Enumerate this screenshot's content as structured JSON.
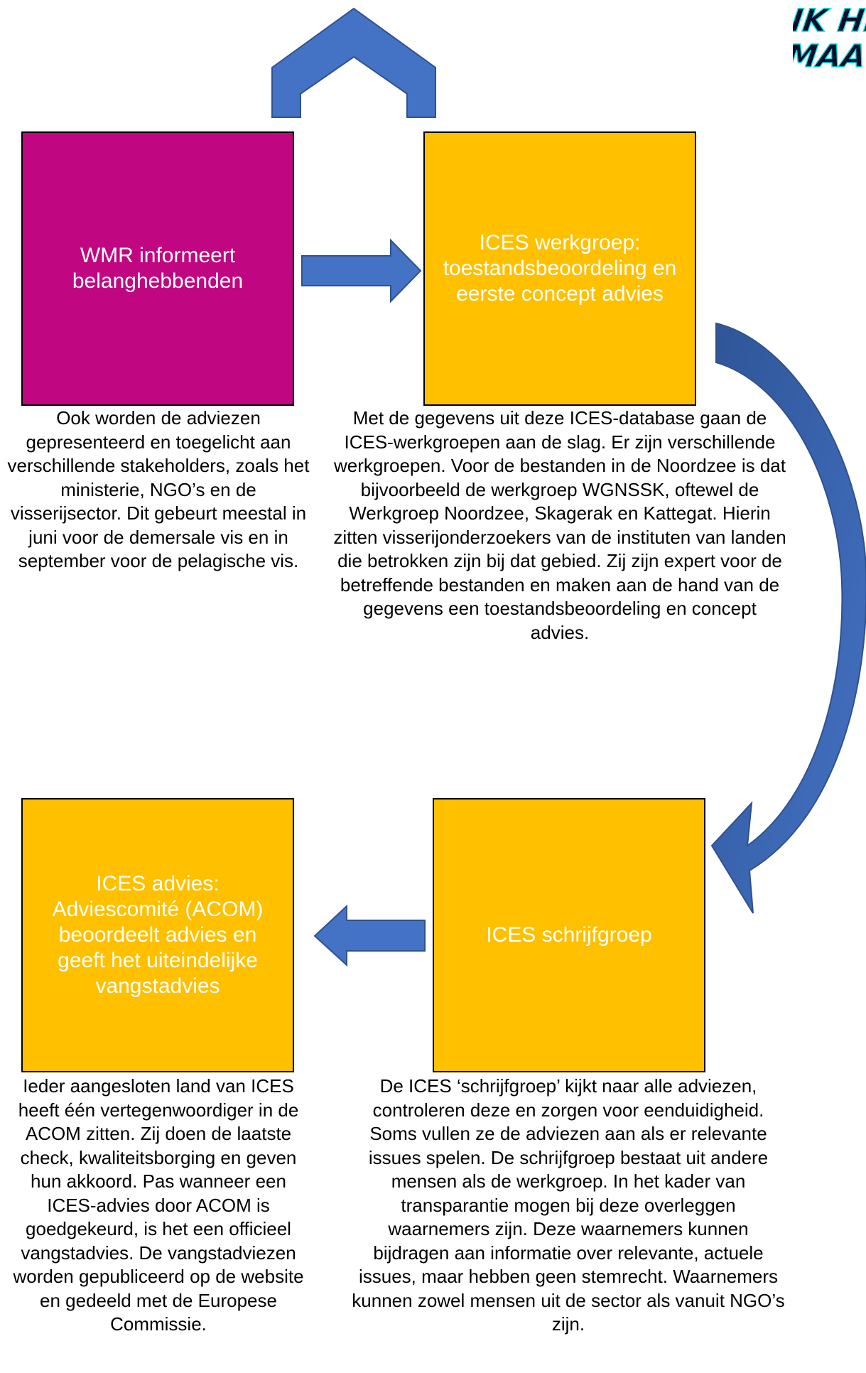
{
  "colors": {
    "magenta": "#C00680",
    "amber": "#FFC000",
    "arrow": "#4472C4",
    "curve_arrow_dark": "#2F5597"
  },
  "boxes": {
    "wmr": {
      "label": "WMR informeert belanghebbenden"
    },
    "werkgroep": {
      "label": "ICES werkgroep: toestandsbeoordeling en eerste concept advies"
    },
    "advies": {
      "label": "ICES advies: Adviescomité (ACOM) beoordeelt advies en geeft het uiteindelijke vangstadvies"
    },
    "schrijfgroep": {
      "label": "ICES schrijfgroep"
    }
  },
  "descriptions": {
    "wmr": "Ook worden de adviezen gepresenteerd en toegelicht aan verschillende stakeholders, zoals het ministerie, NGO’s en de visserijsector. Dit gebeurt meestal in juni voor de demersale vis en in september voor de pelagische vis.",
    "werkgroep": "Met de gegevens uit deze ICES-database gaan de ICES-werkgroepen aan de slag. Er zijn verschillende werkgroepen. Voor de bestanden in de Noordzee is dat bijvoorbeeld de werkgroep WGNSSK, oftewel de Werkgroep Noordzee, Skagerak en Kattegat. Hierin zitten visserijonderzoekers van de instituten van landen die betrokken zijn bij dat gebied. Zij zijn expert voor de betreffende bestanden en maken aan de hand van de gegevens een toestandsbeoordeling en concept advies.",
    "advies": "Ieder aangesloten land van ICES heeft één vertegenwoordiger in de ACOM zitten. Zij doen de laatste check, kwaliteitsborging en geven hun akkoord. Pas wanneer een ICES-advies door ACOM is goedgekeurd, is het een officieel vangstadvies. De vangstadviezen worden gepubliceerd op de website en gedeeld met de Europese Commissie.",
    "schrijfgroep": "De ICES ‘schrijfgroep’ kijkt naar alle adviezen, controleren deze en zorgen voor eenduidigheid. Soms vullen ze de adviezen aan als er relevante issues spelen. De schrijfgroep bestaat uit andere mensen als de werkgroep. In het kader van transparantie mogen bij deze overleggen waarnemers zijn. Deze waarnemers kunnen bijdragen aan informatie over relevante, actuele issues, maar hebben geen stemrecht. Waarnemers kunnen zowel mensen uit de sector als vanuit NGO’s zijn."
  },
  "logo": {
    "lines": [
      "IK HE",
      "MAA"
    ],
    "colors": {
      "fill": "#0D0D2B",
      "outline": "#00E5E5"
    }
  }
}
